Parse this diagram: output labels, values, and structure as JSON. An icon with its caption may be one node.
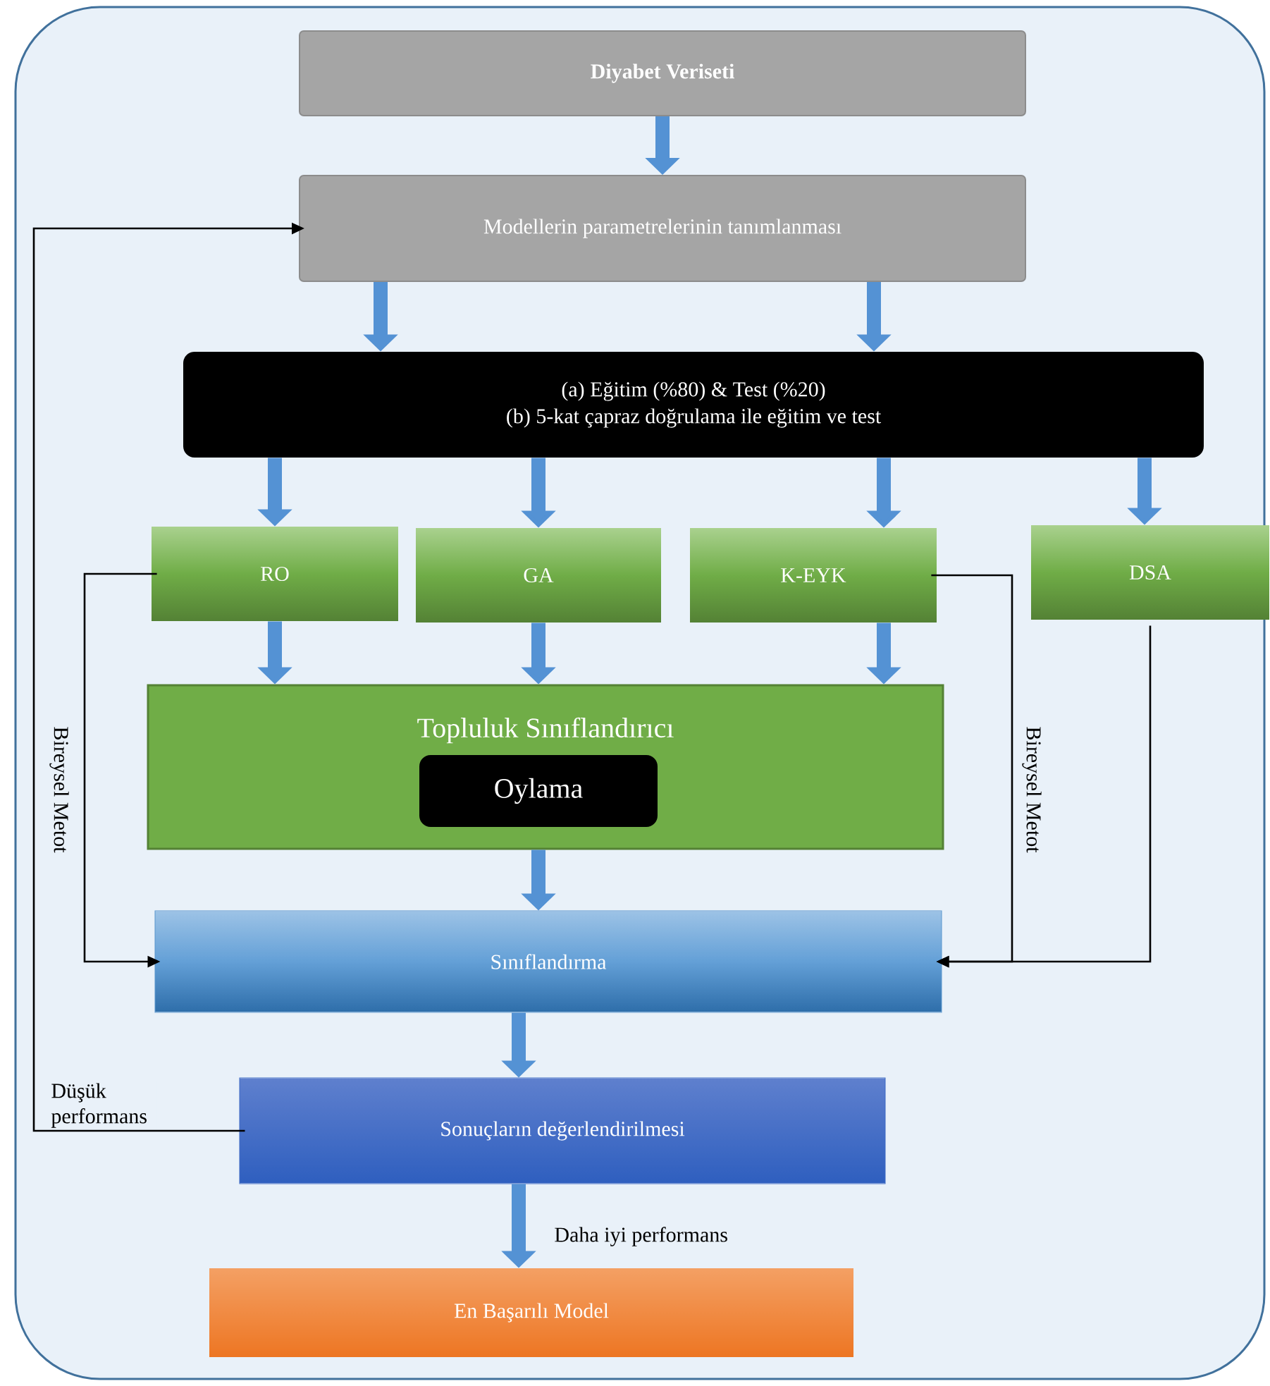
{
  "diagram": {
    "nodes": [
      {
        "text": [
          "Diyabet Veriseti"
        ]
      },
      {
        "text": [
          "Modellerin parametrelerinin tanımlanması"
        ]
      },
      {
        "text": [
          "(a) Eğitim (%80) & Test (%20)",
          "(b) 5-kat çapraz doğrulama ile eğitim ve test"
        ]
      },
      {
        "text": [
          "RO"
        ]
      },
      {
        "text": [
          "GA"
        ]
      },
      {
        "text": [
          "K-EYK"
        ]
      },
      {
        "text": [
          "DSA"
        ]
      },
      {
        "text": [
          "Topluluk Sınıflandırıcı"
        ]
      },
      {
        "text": [
          "Oylama"
        ],
        "in": 7
      },
      {
        "text": [
          "Sınıflandırma"
        ]
      },
      {
        "text": [
          "Sonuçların değerlendirilmesi"
        ]
      },
      {
        "text": [
          "En Başarılı Model"
        ]
      }
    ],
    "edges": [
      {
        "from": 0,
        "to": 1,
        "arrow": "to"
      },
      {
        "from": 1,
        "to": 2,
        "arrow": "to"
      },
      {
        "from": 1,
        "to": 2,
        "arrow": "to"
      },
      {
        "from": 2,
        "to": 3,
        "arrow": "to"
      },
      {
        "from": 2,
        "to": 4,
        "arrow": "to"
      },
      {
        "from": 2,
        "to": 5,
        "arrow": "to"
      },
      {
        "from": 2,
        "to": 6,
        "arrow": "to"
      },
      {
        "from": 3,
        "to": 7,
        "arrow": "to"
      },
      {
        "from": 4,
        "to": 7,
        "arrow": "to"
      },
      {
        "from": 5,
        "to": 7,
        "arrow": "to"
      },
      {
        "from": 7,
        "to": 9,
        "arrow": "to"
      },
      {
        "from": 9,
        "to": 10,
        "arrow": "to"
      },
      {
        "from": 10,
        "to": 11,
        "arrow": "to",
        "label": "Daha iyi performans"
      },
      {
        "from": 3,
        "to": 9,
        "arrow": "to",
        "color": "#000000",
        "label": "Bireysel Metot"
      },
      {
        "from": 5,
        "to": 9,
        "arrow": "to",
        "color": "#000000",
        "label": "Bireysel Metot"
      },
      {
        "from": 6,
        "to": 9,
        "arrow": "to",
        "color": "#000000"
      },
      {
        "from": 10,
        "to": 1,
        "arrow": "to",
        "color": "#000000",
        "label": "Düşük performans"
      }
    ]
  }
}
